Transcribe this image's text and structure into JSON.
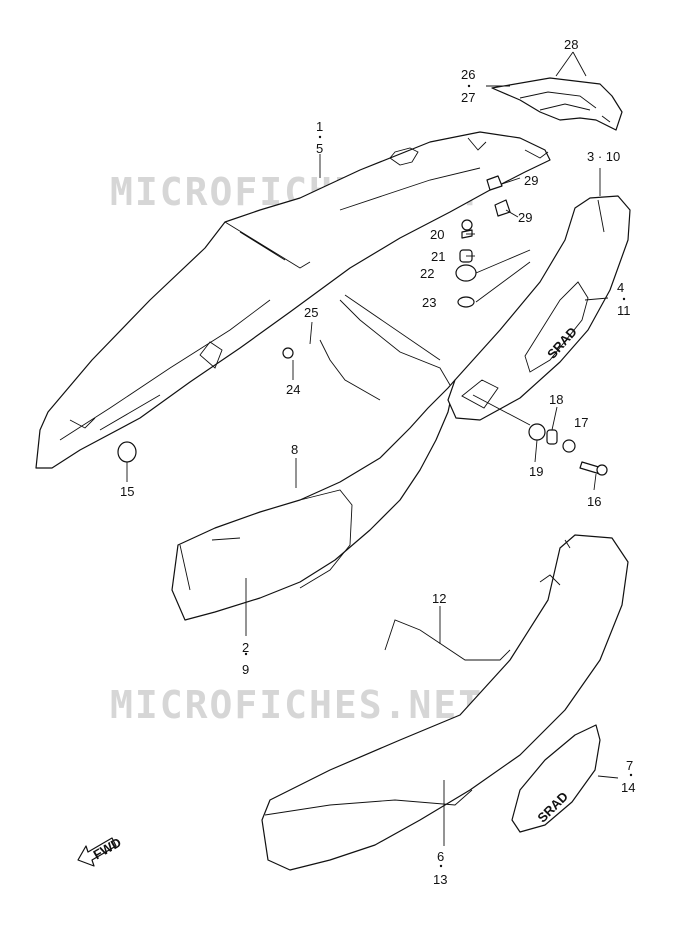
{
  "watermark": {
    "text": "MICROFICHES.NET"
  },
  "labels": {
    "l1": "1",
    "l5": "5",
    "l26": "26",
    "l27": "27",
    "l28": "28",
    "l3_10": "3 · 10",
    "l29a": "29",
    "l29b": "29",
    "l20": "20",
    "l21": "21",
    "l22": "22",
    "l23": "23",
    "l25": "25",
    "l24": "24",
    "l4": "4",
    "l11": "11",
    "l18": "18",
    "l17": "17",
    "l19": "19",
    "l16": "16",
    "l15": "15",
    "l8": "8",
    "l2": "2",
    "l9": "9",
    "l12": "12",
    "l7": "7",
    "l14": "14",
    "l6": "6",
    "l13": "13"
  },
  "emblem": {
    "text": "SRAD"
  },
  "fwd_arrow": {
    "text": "FWD"
  }
}
